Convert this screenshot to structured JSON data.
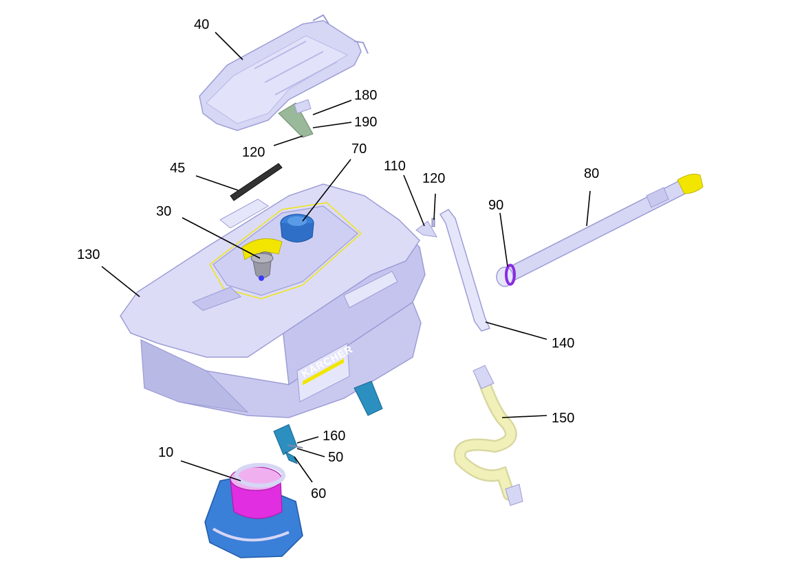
{
  "callouts": [
    {
      "id": "40",
      "label": "40"
    },
    {
      "id": "180",
      "label": "180"
    },
    {
      "id": "190",
      "label": "190"
    },
    {
      "id": "120a",
      "label": "120"
    },
    {
      "id": "45",
      "label": "45"
    },
    {
      "id": "70",
      "label": "70"
    },
    {
      "id": "30",
      "label": "30"
    },
    {
      "id": "110",
      "label": "110"
    },
    {
      "id": "120b",
      "label": "120"
    },
    {
      "id": "80",
      "label": "80"
    },
    {
      "id": "90",
      "label": "90"
    },
    {
      "id": "130",
      "label": "130"
    },
    {
      "id": "140",
      "label": "140"
    },
    {
      "id": "150",
      "label": "150"
    },
    {
      "id": "160",
      "label": "160"
    },
    {
      "id": "50",
      "label": "50"
    },
    {
      "id": "10",
      "label": "10"
    },
    {
      "id": "60",
      "label": "60"
    }
  ],
  "brand_logo": "KÄRCHER",
  "colors": {
    "housing": "#d6d6f5",
    "housing_shadow": "#b9b9e6",
    "housing_edge": "#9c9cd6",
    "blue_part": "#3a7fd8",
    "teal_part": "#2b8fbf",
    "magenta_filter": "#e02ee0",
    "yellow_accent": "#f2e600",
    "hose": "#f0f0b8",
    "gasket_green": "#9ab89a",
    "purple_ring": "#8a2be2"
  }
}
